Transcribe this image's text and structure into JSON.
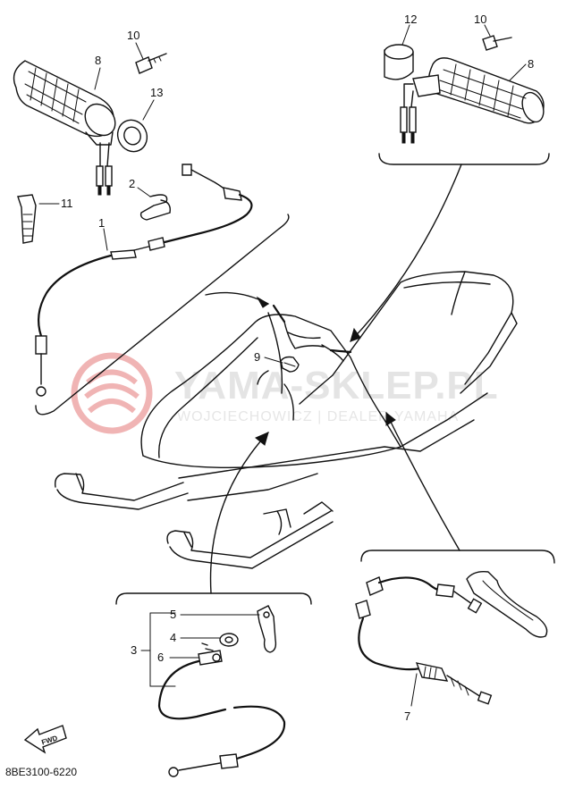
{
  "diagram": {
    "diagram_code": "8BE3100-6220",
    "watermark": {
      "main_text": "YAMA-SKLEP.PL",
      "sub_text": "WOJCIECHOWICZ | DEALER YAMAHA",
      "logo_color": "#f0b4b4",
      "text_color": "#e4e4e4"
    },
    "direction_badge": "FWD",
    "callouts": {
      "part_1": "1",
      "part_2": "2",
      "part_3": "3",
      "part_4": "4",
      "part_5": "5",
      "part_6": "6",
      "part_7": "7",
      "part_8_left": "8",
      "part_8_right": "8",
      "part_9": "9",
      "part_10_left": "10",
      "part_10_right": "10",
      "part_11": "11",
      "part_12": "12",
      "part_13": "13"
    },
    "line_color": "#111111",
    "background_color": "#ffffff"
  }
}
